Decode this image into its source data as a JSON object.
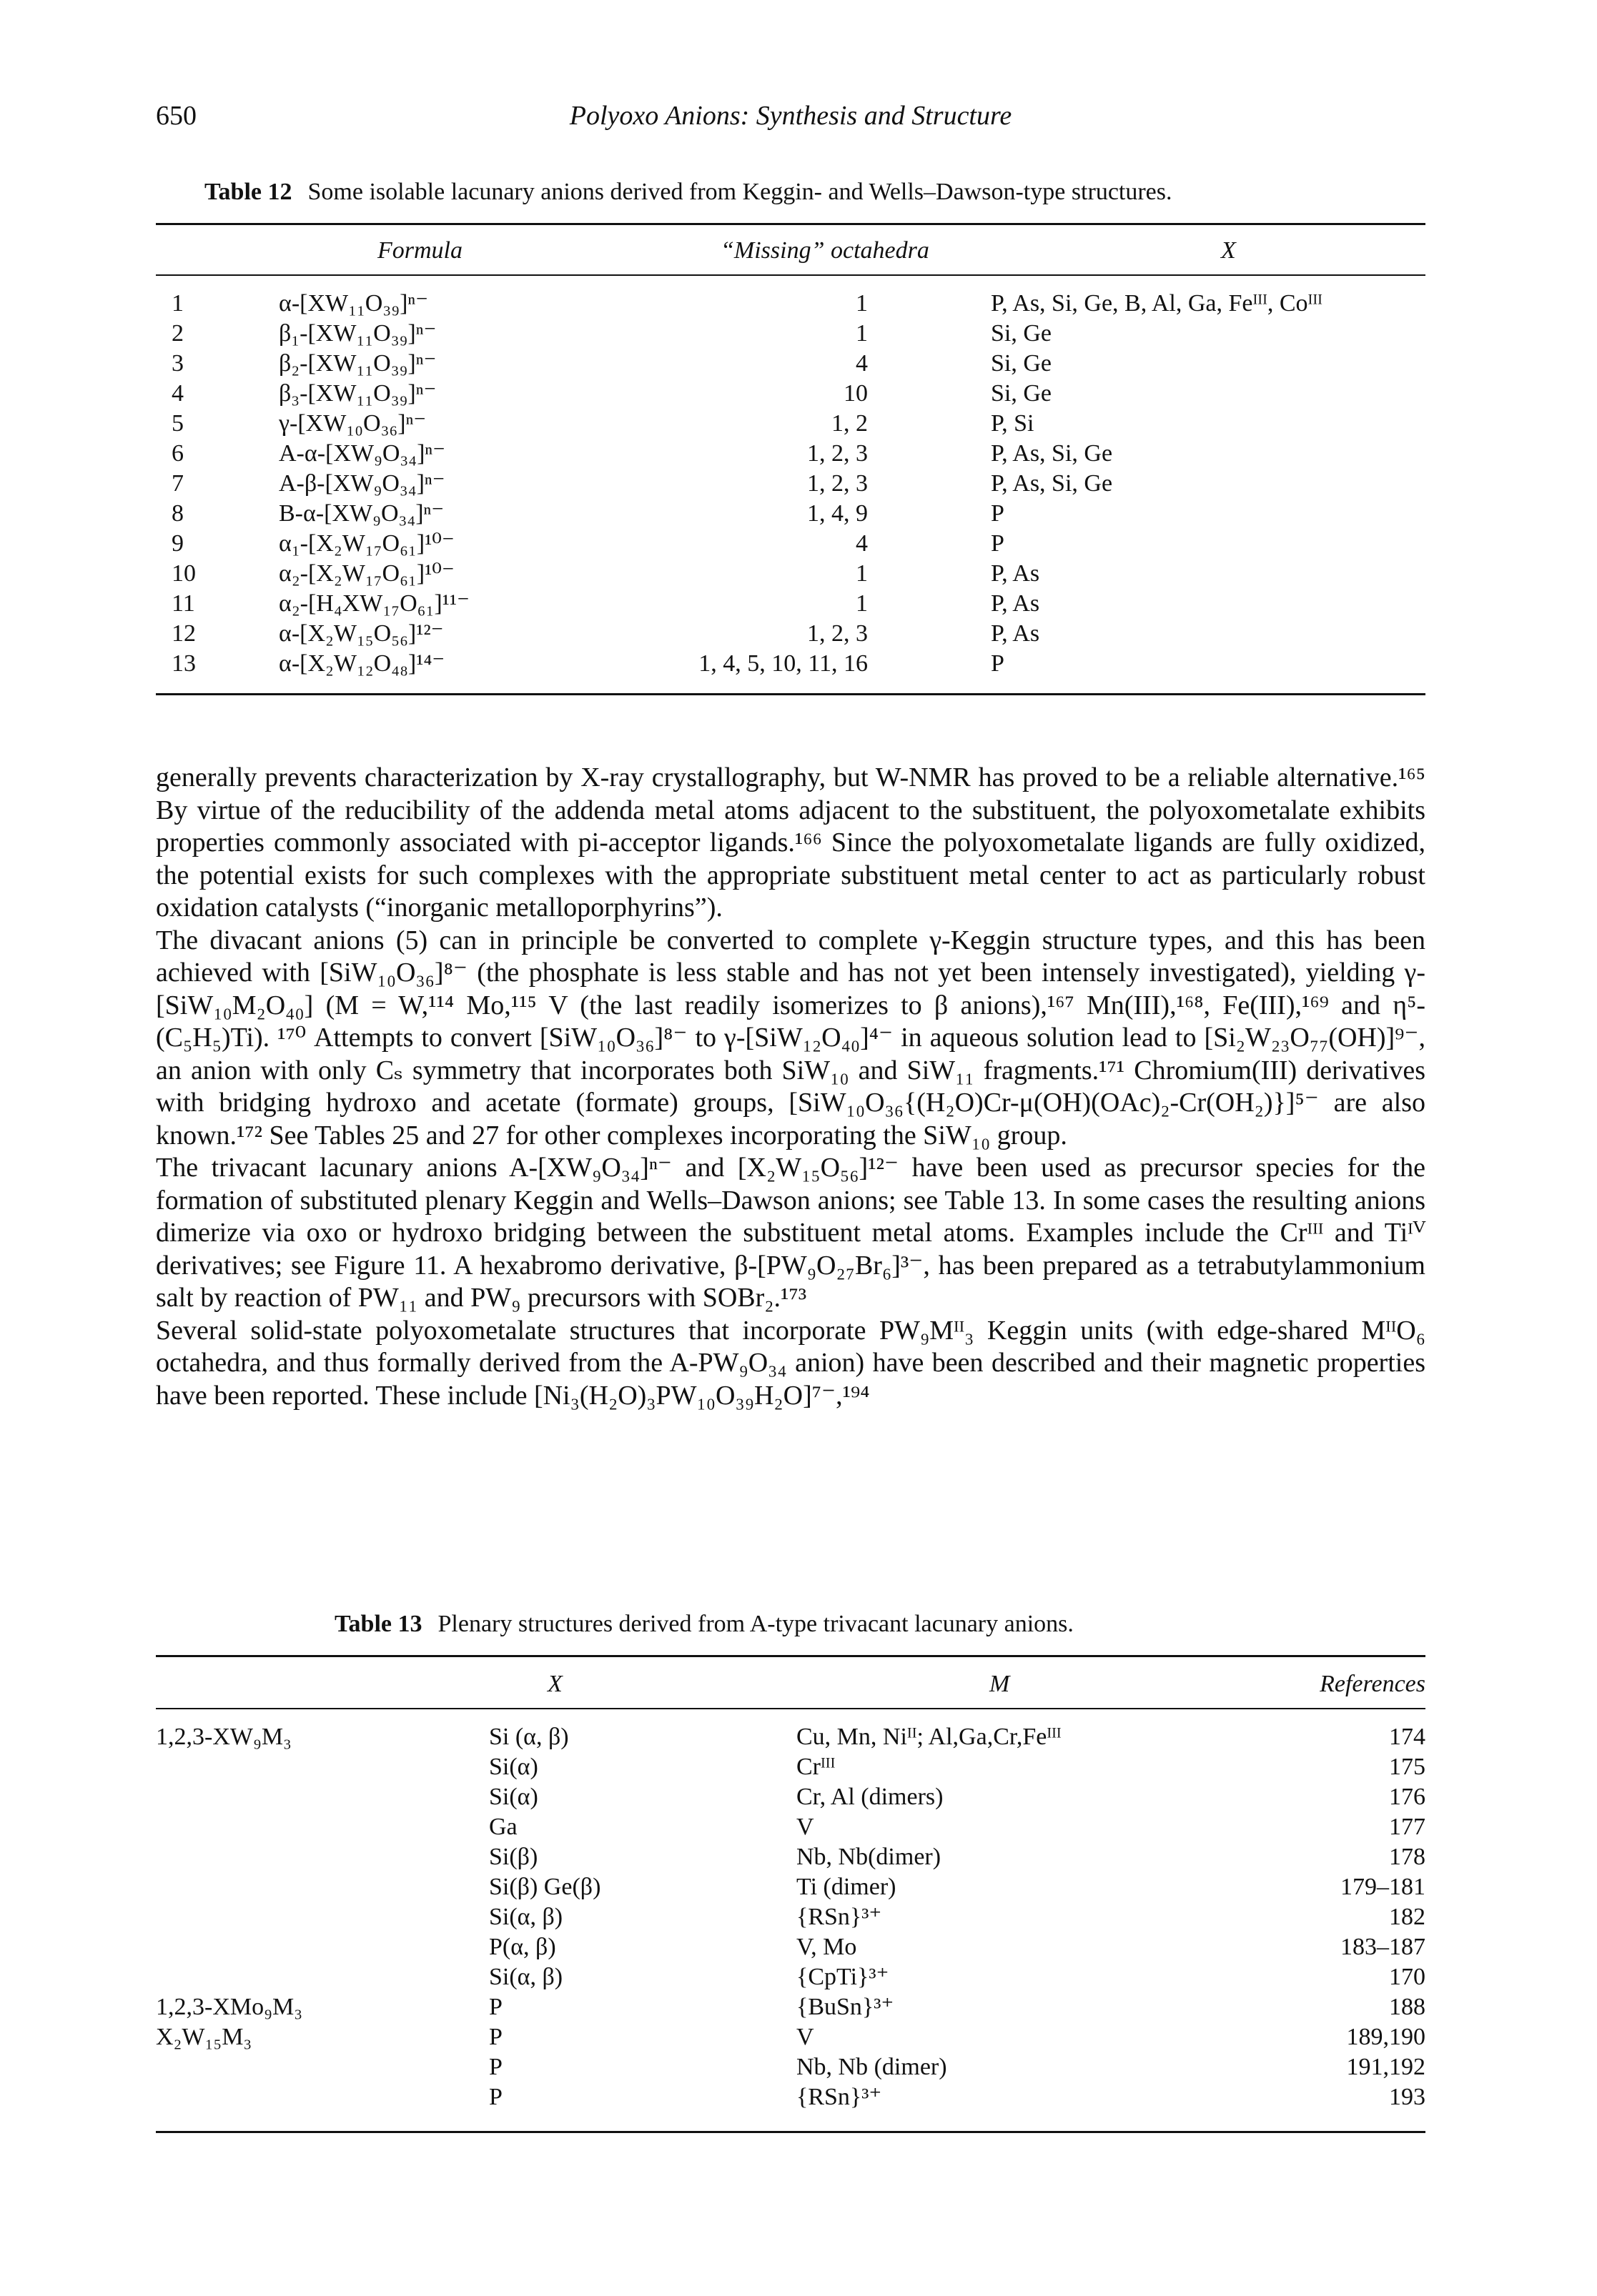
{
  "header": {
    "page_number": "650",
    "running_title": "Polyoxo Anions: Synthesis and Structure"
  },
  "table12": {
    "label": "Table 12",
    "caption": "Some isolable lacunary anions derived from Keggin- and Wells–Dawson-type structures.",
    "columns": [
      "",
      "Formula",
      "“Missing” octahedra",
      "X"
    ],
    "rows": [
      {
        "n": "1",
        "formula": "α-[XW₁₁O₃₉]ⁿ⁻",
        "missing": "1",
        "x": "P, As, Si, Ge, B, Al, Ga, Feᴵᴵᴵ, Coᴵᴵᴵ"
      },
      {
        "n": "2",
        "formula": "β₁-[XW₁₁O₃₉]ⁿ⁻",
        "missing": "1",
        "x": "Si, Ge"
      },
      {
        "n": "3",
        "formula": "β₂-[XW₁₁O₃₉]ⁿ⁻",
        "missing": "4",
        "x": "Si, Ge"
      },
      {
        "n": "4",
        "formula": "β₃-[XW₁₁O₃₉]ⁿ⁻",
        "missing": "10",
        "x": "Si, Ge"
      },
      {
        "n": "5",
        "formula": "γ-[XW₁₀O₃₆]ⁿ⁻",
        "missing": "1, 2",
        "x": "P, Si"
      },
      {
        "n": "6",
        "formula": "A-α-[XW₉O₃₄]ⁿ⁻",
        "missing": "1, 2, 3",
        "x": "P, As, Si, Ge"
      },
      {
        "n": "7",
        "formula": "A-β-[XW₉O₃₄]ⁿ⁻",
        "missing": "1, 2, 3",
        "x": "P, As, Si, Ge"
      },
      {
        "n": "8",
        "formula": "B-α-[XW₉O₃₄]ⁿ⁻",
        "missing": "1, 4, 9",
        "x": "P"
      },
      {
        "n": "9",
        "formula": "α₁-[X₂W₁₇O₆₁]¹⁰⁻",
        "missing": "4",
        "x": "P"
      },
      {
        "n": "10",
        "formula": "α₂-[X₂W₁₇O₆₁]¹⁰⁻",
        "missing": "1",
        "x": "P, As"
      },
      {
        "n": "11",
        "formula": "α₂-[H₄XW₁₇O₆₁]¹¹⁻",
        "missing": "1",
        "x": "P, As"
      },
      {
        "n": "12",
        "formula": "α-[X₂W₁₅O₅₆]¹²⁻",
        "missing": "1, 2, 3",
        "x": "P, As"
      },
      {
        "n": "13",
        "formula": "α-[X₂W₁₂O₄₈]¹⁴⁻",
        "missing": "1, 4, 5, 10, 11, 16",
        "x": "P"
      }
    ]
  },
  "paragraphs": [
    "generally prevents characterization by X-ray crystallography, but W-NMR has proved to be a reliable alternative.¹⁶⁵ By virtue of the reducibility of the addenda metal atoms adjacent to the substituent, the polyoxometalate exhibits properties commonly associated with pi-acceptor ligands.¹⁶⁶ Since the polyoxometalate ligands are fully oxidized, the potential exists for such complexes with the appropriate substituent metal center to act as particularly robust oxidation catalysts (“inorganic metalloporphyrins”).",
    "The divacant anions (5) can in principle be converted to complete γ-Keggin structure types, and this has been achieved with [SiW₁₀O₃₆]⁸⁻ (the phosphate is less stable and has not yet been intensely investigated), yielding γ-[SiW₁₀M₂O₄₀] (M = W,¹¹⁴ Mo,¹¹⁵ V (the last readily isomerizes to β anions),¹⁶⁷ Mn(III),¹⁶⁸, Fe(III),¹⁶⁹ and η⁵-(C₅H₅)Ti). ¹⁷⁰ Attempts to convert [SiW₁₀O₃₆]⁸⁻ to γ-[SiW₁₂O₄₀]⁴⁻ in aqueous solution lead to [Si₂W₂₃O₇₇(OH)]⁹⁻, an anion with only Cₛ symmetry that incorporates both SiW₁₀ and SiW₁₁ fragments.¹⁷¹ Chromium(III) derivatives with bridging hydroxo and acetate (formate) groups, [SiW₁₀O₃₆{(H₂O)Cr-μ(OH)(OAc)₂-Cr(OH₂)}]⁵⁻ are also known.¹⁷² See Tables 25 and 27 for other complexes incorporating the SiW₁₀ group.",
    "The trivacant lacunary anions A-[XW₉O₃₄]ⁿ⁻ and [X₂W₁₅O₅₆]¹²⁻ have been used as precursor species for the formation of substituted plenary Keggin and Wells–Dawson anions; see Table 13. In some cases the resulting anions dimerize via oxo or hydroxo bridging between the substituent metal atoms. Examples include the Crᴵᴵᴵ and Tiᴵⱽ derivatives; see Figure 11. A hexabromo derivative, β-[PW₉O₂₇Br₆]³⁻, has been prepared as a tetrabutylammonium salt by reaction of PW₁₁ and PW₉ precursors with SOBr₂.¹⁷³",
    "Several solid-state polyoxometalate structures that incorporate PW₉Mᴵᴵ₃ Keggin units (with edge-shared MᴵᴵO₆ octahedra, and thus formally derived from the A-PW₉O₃₄ anion) have been described and their magnetic properties have been reported. These include [Ni₃(H₂O)₃PW₁₀O₃₉H₂O]⁷⁻,¹⁹⁴"
  ],
  "table13": {
    "label": "Table 13",
    "caption": "Plenary structures derived from A-type trivacant lacunary anions.",
    "columns": [
      "",
      "X",
      "M",
      "References"
    ],
    "rows": [
      {
        "s": "1,2,3-XW₉M₃",
        "x": "Si (α, β)",
        "m": "Cu, Mn, Niᴵᴵ; Al,Ga,Cr,Feᴵᴵᴵ",
        "ref": "174"
      },
      {
        "s": "",
        "x": "Si(α)",
        "m": "Crᴵᴵᴵ",
        "ref": "175"
      },
      {
        "s": "",
        "x": "Si(α)",
        "m": "Cr, Al (dimers)",
        "ref": "176"
      },
      {
        "s": "",
        "x": "Ga",
        "m": "V",
        "ref": "177"
      },
      {
        "s": "",
        "x": "Si(β)",
        "m": "Nb, Nb(dimer)",
        "ref": "178"
      },
      {
        "s": "",
        "x": "Si(β) Ge(β)",
        "m": "Ti (dimer)",
        "ref": "179–181"
      },
      {
        "s": "",
        "x": "Si(α, β)",
        "m": "{RSn}³⁺",
        "ref": "182"
      },
      {
        "s": "",
        "x": "P(α, β)",
        "m": "V, Mo",
        "ref": "183–187"
      },
      {
        "s": "",
        "x": "Si(α, β)",
        "m": "{CpTi}³⁺",
        "ref": "170"
      },
      {
        "s": "1,2,3-XMo₉M₃",
        "x": "P",
        "m": "{BuSn}³⁺",
        "ref": "188"
      },
      {
        "s": "X₂W₁₅M₃",
        "x": "P",
        "m": "V",
        "ref": "189,190"
      },
      {
        "s": "",
        "x": "P",
        "m": "Nb, Nb (dimer)",
        "ref": "191,192"
      },
      {
        "s": "",
        "x": "P",
        "m": "{RSn}³⁺",
        "ref": "193"
      }
    ]
  }
}
